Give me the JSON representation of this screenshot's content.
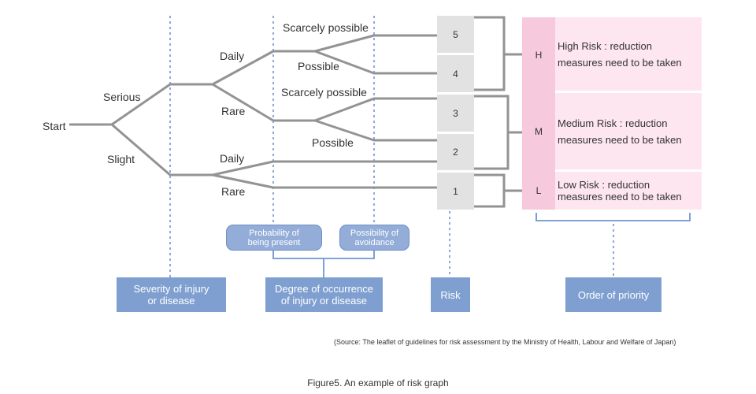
{
  "tree": {
    "start": "Start",
    "severity": {
      "serious": "Serious",
      "slight": "Slight"
    },
    "occurrence": {
      "daily_top": "Daily",
      "rare_top": "Rare",
      "daily_bottom": "Daily",
      "rare_bottom": "Rare"
    },
    "avoidance": {
      "scarcely_top": "Scarcely possible",
      "possible_top": "Possible",
      "scarcely_mid": "Scarcely possible",
      "possible_mid": "Possible"
    }
  },
  "risk_levels": [
    "5",
    "4",
    "3",
    "2",
    "1"
  ],
  "priority": [
    {
      "letter": "H",
      "line1": "High Risk : reduction",
      "line2": "measures need to be taken"
    },
    {
      "letter": "M",
      "line1": "Medium Risk : reduction",
      "line2": "measures need to be taken"
    },
    {
      "letter": "L",
      "line1": "Low  Risk : reduction",
      "line2": "measures need to be taken"
    }
  ],
  "sub_labels": {
    "probability_line1": "Probability of",
    "probability_line2": "being present",
    "possibility_line1": "Possibility of",
    "possibility_line2": "avoidance"
  },
  "categories": {
    "severity_line1": "Severity of injury",
    "severity_line2": "or disease",
    "occurrence_line1": "Degree of occurrence",
    "occurrence_line2": "of injury or disease",
    "risk": "Risk",
    "order": "Order of priority"
  },
  "source": "(Source: The leaflet of guidelines for risk assessment by the Ministry of Health, Labour and Welfare of Japan)",
  "caption": "Figure5. An example of risk graph",
  "colors": {
    "line": "#939393",
    "dotted": "#6f95cf",
    "category": "#7f9fd0",
    "pink_dark": "#f6c9dc",
    "pink_light": "#fde6ef",
    "risk_box": "#e2e2e2"
  }
}
